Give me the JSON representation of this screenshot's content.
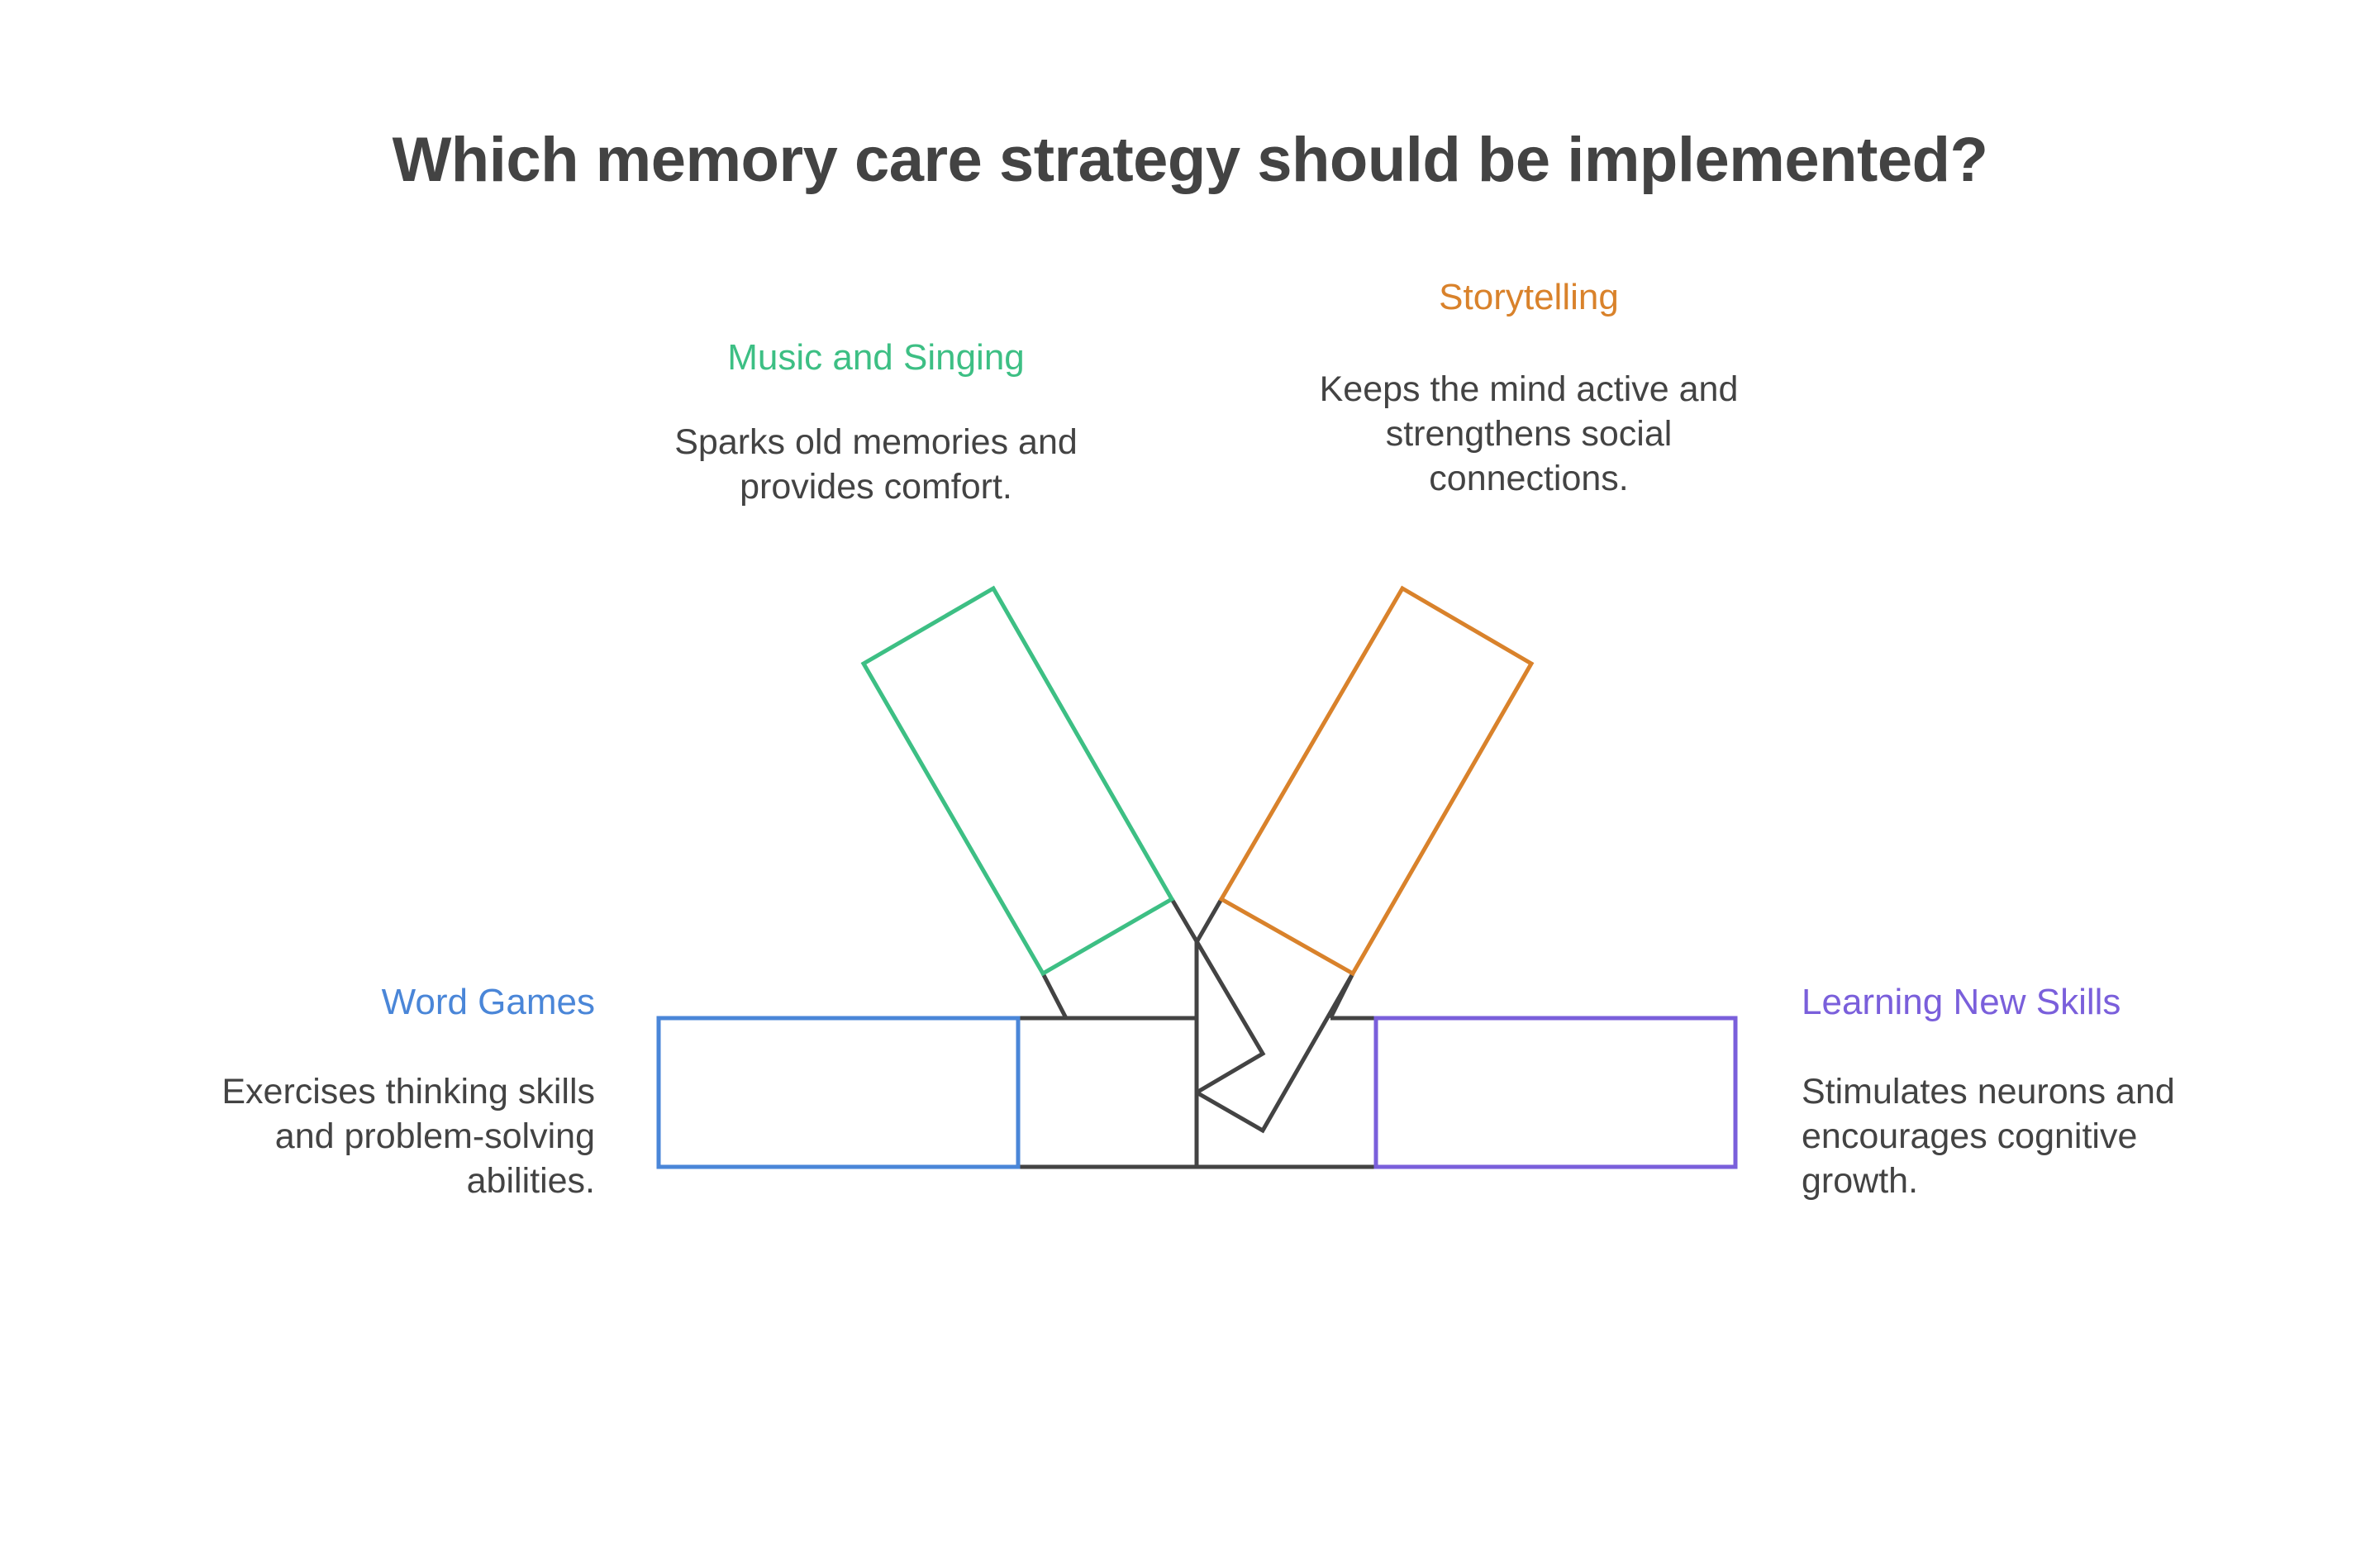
{
  "title": "Which memory care strategy should be implemented?",
  "colors": {
    "music": "#3dbf84",
    "story": "#d9822b",
    "word": "#4a86d8",
    "learning": "#7a5fdb",
    "text": "#434343",
    "frame": "#434343"
  },
  "options": {
    "music": {
      "label": "Music and Singing",
      "lines": [
        "Sparks old memories and",
        "provides comfort."
      ]
    },
    "story": {
      "label": "Storytelling",
      "lines": [
        "Keeps the mind active and",
        "strengthens social",
        "connections."
      ]
    },
    "word": {
      "label": "Word Games",
      "lines": [
        "Exercises thinking skills",
        "and problem-solving",
        "abilities."
      ]
    },
    "learning": {
      "label": "Learning New Skills",
      "lines": [
        "Stimulates neurons and",
        "encourages cognitive",
        "growth."
      ]
    }
  }
}
